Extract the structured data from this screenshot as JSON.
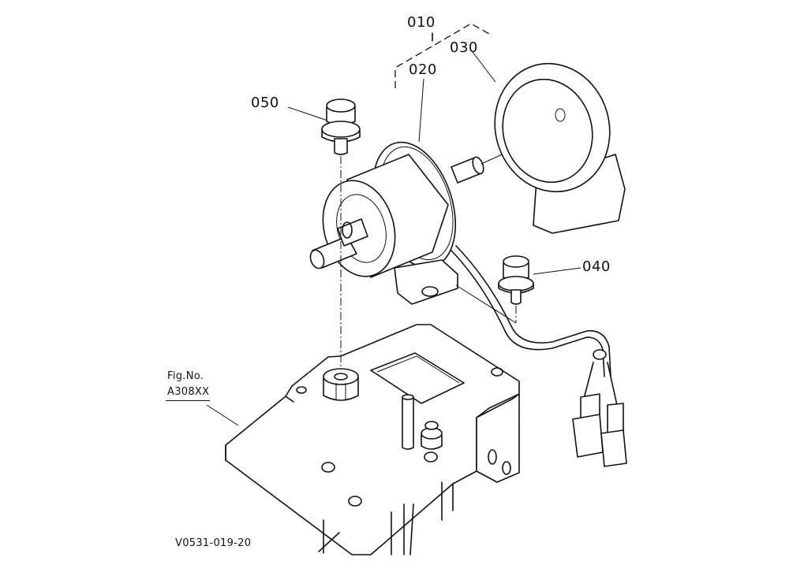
{
  "callouts": {
    "assembly": "010",
    "pump": "020",
    "cover": "030",
    "bolt_right": "040",
    "bolt_left": "050"
  },
  "figure_ref": {
    "line1": "Fig.No.",
    "line2": "A308XX"
  },
  "drawing_code": "V0531-019-20"
}
